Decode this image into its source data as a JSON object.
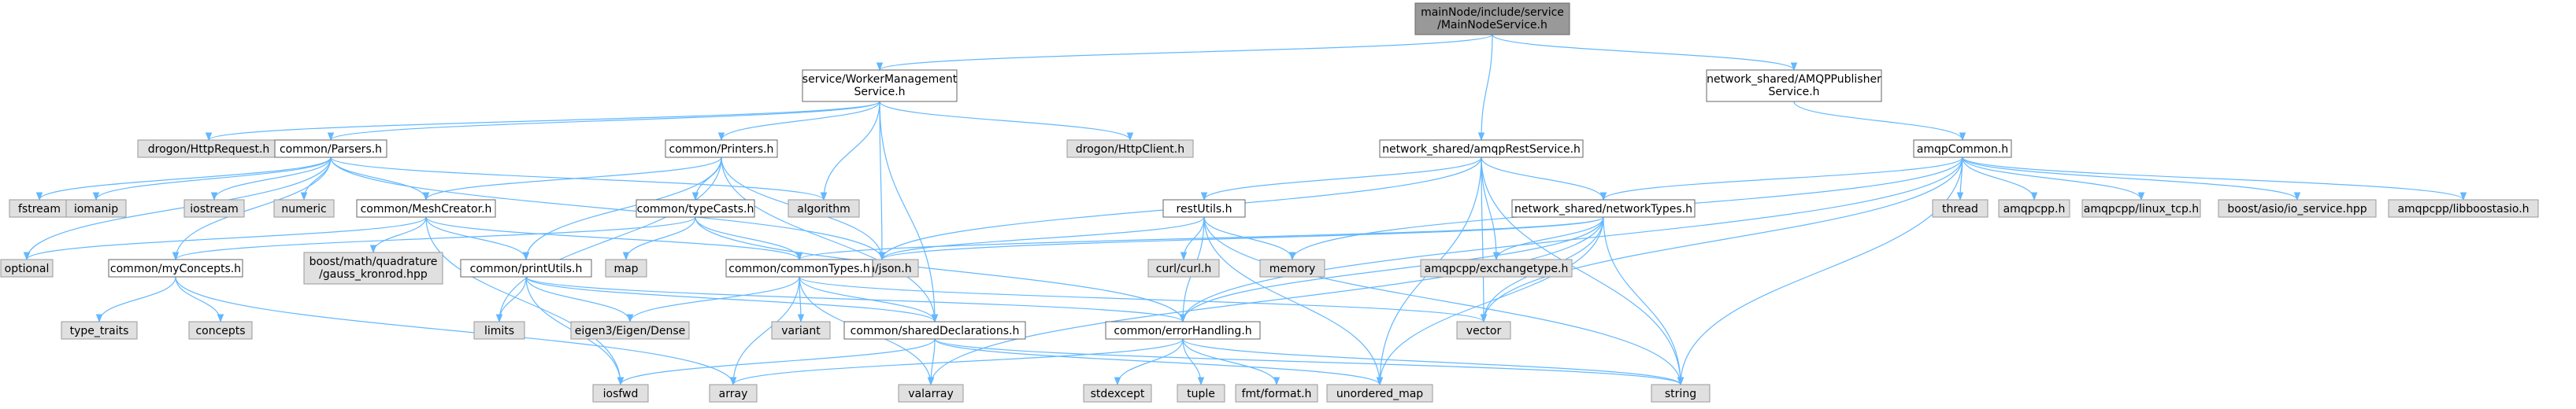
{
  "title": "mainNode/include/service/MainNodeService.h",
  "colors": {
    "root_fill": "#999999",
    "node_fill": "#ffffff",
    "system_fill": "#e0e0e0",
    "node_border": "#666666",
    "system_border": "#999999",
    "edge": "#63b8ff"
  },
  "nodes": [
    {
      "id": "main",
      "lines": [
        "mainNode/include/service",
        "/MainNodeService.h"
      ],
      "kind": "root"
    },
    {
      "id": "wms",
      "lines": [
        "service/WorkerManagement",
        "Service.h"
      ],
      "kind": "local"
    },
    {
      "id": "amqppub",
      "lines": [
        "network_shared/AMQPPublisher",
        "Service.h"
      ],
      "kind": "local"
    },
    {
      "id": "drogonreq",
      "lines": [
        "drogon/HttpRequest.h"
      ],
      "kind": "system"
    },
    {
      "id": "parsers",
      "lines": [
        "common/Parsers.h"
      ],
      "kind": "local"
    },
    {
      "id": "printers",
      "lines": [
        "common/Printers.h"
      ],
      "kind": "local"
    },
    {
      "id": "drogonclient",
      "lines": [
        "drogon/HttpClient.h"
      ],
      "kind": "system"
    },
    {
      "id": "amqprest",
      "lines": [
        "network_shared/amqpRestService.h"
      ],
      "kind": "local"
    },
    {
      "id": "amqpcommon",
      "lines": [
        "amqpCommon.h"
      ],
      "kind": "local"
    },
    {
      "id": "fstream",
      "lines": [
        "fstream"
      ],
      "kind": "system"
    },
    {
      "id": "iomanip",
      "lines": [
        "iomanip"
      ],
      "kind": "system"
    },
    {
      "id": "iostream",
      "lines": [
        "iostream"
      ],
      "kind": "system"
    },
    {
      "id": "numeric",
      "lines": [
        "numeric"
      ],
      "kind": "system"
    },
    {
      "id": "meshcreator",
      "lines": [
        "common/MeshCreator.h"
      ],
      "kind": "local"
    },
    {
      "id": "algorithm",
      "lines": [
        "algorithm"
      ],
      "kind": "system"
    },
    {
      "id": "typecasts",
      "lines": [
        "common/typeCasts.h"
      ],
      "kind": "local"
    },
    {
      "id": "restutils",
      "lines": [
        "restUtils.h"
      ],
      "kind": "local"
    },
    {
      "id": "nettypes",
      "lines": [
        "network_shared/networkTypes.h"
      ],
      "kind": "local"
    },
    {
      "id": "thread",
      "lines": [
        "thread"
      ],
      "kind": "system"
    },
    {
      "id": "amqpcpp",
      "lines": [
        "amqpcpp.h"
      ],
      "kind": "system"
    },
    {
      "id": "amqptcp",
      "lines": [
        "amqpcpp/linux_tcp.h"
      ],
      "kind": "system"
    },
    {
      "id": "boostasio",
      "lines": [
        "boost/asio/io_service.hpp"
      ],
      "kind": "system"
    },
    {
      "id": "libboostasio",
      "lines": [
        "amqpcpp/libboostasio.h"
      ],
      "kind": "system"
    },
    {
      "id": "optional",
      "lines": [
        "optional"
      ],
      "kind": "system"
    },
    {
      "id": "boostmath",
      "lines": [
        "boost/math/quadrature",
        "/gauss_kronrod.hpp"
      ],
      "kind": "system"
    },
    {
      "id": "map",
      "lines": [
        "map"
      ],
      "kind": "system"
    },
    {
      "id": "jsonjson",
      "lines": [
        "json/json.h"
      ],
      "kind": "system"
    },
    {
      "id": "curl",
      "lines": [
        "curl/curl.h"
      ],
      "kind": "system"
    },
    {
      "id": "memory",
      "lines": [
        "memory"
      ],
      "kind": "system"
    },
    {
      "id": "exchangetype",
      "lines": [
        "amqpcpp/exchangetype.h"
      ],
      "kind": "system"
    },
    {
      "id": "myconcepts",
      "lines": [
        "common/myConcepts.h"
      ],
      "kind": "local"
    },
    {
      "id": "printutils",
      "lines": [
        "common/printUtils.h"
      ],
      "kind": "local"
    },
    {
      "id": "commontypes",
      "lines": [
        "common/commonTypes.h"
      ],
      "kind": "local"
    },
    {
      "id": "typetraits",
      "lines": [
        "type_traits"
      ],
      "kind": "system"
    },
    {
      "id": "concepts",
      "lines": [
        "concepts"
      ],
      "kind": "system"
    },
    {
      "id": "limits",
      "lines": [
        "limits"
      ],
      "kind": "system"
    },
    {
      "id": "eigen",
      "lines": [
        "eigen3/Eigen/Dense"
      ],
      "kind": "system"
    },
    {
      "id": "variant",
      "lines": [
        "variant"
      ],
      "kind": "system"
    },
    {
      "id": "shareddecl",
      "lines": [
        "common/sharedDeclarations.h"
      ],
      "kind": "local"
    },
    {
      "id": "errorhandling",
      "lines": [
        "common/errorHandling.h"
      ],
      "kind": "local"
    },
    {
      "id": "vector",
      "lines": [
        "vector"
      ],
      "kind": "system"
    },
    {
      "id": "iosfwd",
      "lines": [
        "iosfwd"
      ],
      "kind": "system"
    },
    {
      "id": "array",
      "lines": [
        "array"
      ],
      "kind": "system"
    },
    {
      "id": "valarray",
      "lines": [
        "valarray"
      ],
      "kind": "system"
    },
    {
      "id": "unorderedmap",
      "lines": [
        "unordered_map"
      ],
      "kind": "system"
    },
    {
      "id": "string",
      "lines": [
        "string"
      ],
      "kind": "system"
    },
    {
      "id": "stdexcept",
      "lines": [
        "stdexcept"
      ],
      "kind": "system"
    },
    {
      "id": "tuple",
      "lines": [
        "tuple"
      ],
      "kind": "system"
    },
    {
      "id": "fmtformat",
      "lines": [
        "fmt/format.h"
      ],
      "kind": "system"
    }
  ],
  "edges": [
    [
      "main",
      "wms"
    ],
    [
      "main",
      "amqprest"
    ],
    [
      "main",
      "amqppub"
    ],
    [
      "wms",
      "drogonreq"
    ],
    [
      "wms",
      "parsers"
    ],
    [
      "wms",
      "printers"
    ],
    [
      "wms",
      "algorithm"
    ],
    [
      "wms",
      "drogonclient"
    ],
    [
      "wms",
      "shareddecl"
    ],
    [
      "wms",
      "jsonjson"
    ],
    [
      "amqppub",
      "amqpcommon"
    ],
    [
      "parsers",
      "fstream"
    ],
    [
      "parsers",
      "iomanip"
    ],
    [
      "parsers",
      "iostream"
    ],
    [
      "parsers",
      "numeric"
    ],
    [
      "parsers",
      "meshcreator"
    ],
    [
      "parsers",
      "algorithm"
    ],
    [
      "parsers",
      "optional"
    ],
    [
      "parsers",
      "myconcepts"
    ],
    [
      "parsers",
      "jsonjson"
    ],
    [
      "printers",
      "meshcreator"
    ],
    [
      "printers",
      "typecasts"
    ],
    [
      "printers",
      "printutils"
    ],
    [
      "printers",
      "limits"
    ],
    [
      "printers",
      "jsonjson"
    ],
    [
      "printers",
      "shareddecl"
    ],
    [
      "amqprest",
      "restutils"
    ],
    [
      "amqprest",
      "nettypes"
    ],
    [
      "amqprest",
      "exchangetype"
    ],
    [
      "amqprest",
      "jsonjson"
    ],
    [
      "amqprest",
      "unorderedmap"
    ],
    [
      "amqprest",
      "string"
    ],
    [
      "amqprest",
      "vector"
    ],
    [
      "amqpcommon",
      "thread"
    ],
    [
      "amqpcommon",
      "amqpcpp"
    ],
    [
      "amqpcommon",
      "amqptcp"
    ],
    [
      "amqpcommon",
      "boostasio"
    ],
    [
      "amqpcommon",
      "libboostasio"
    ],
    [
      "amqpcommon",
      "nettypes"
    ],
    [
      "amqpcommon",
      "errorhandling"
    ],
    [
      "amqpcommon",
      "memory"
    ],
    [
      "amqpcommon",
      "vector"
    ],
    [
      "amqpcommon",
      "string"
    ],
    [
      "meshcreator",
      "boostmath"
    ],
    [
      "meshcreator",
      "optional"
    ],
    [
      "meshcreator",
      "printutils"
    ],
    [
      "meshcreator",
      "commontypes"
    ],
    [
      "meshcreator",
      "iosfwd"
    ],
    [
      "typecasts",
      "map"
    ],
    [
      "typecasts",
      "commontypes"
    ],
    [
      "typecasts",
      "myconcepts"
    ],
    [
      "typecasts",
      "errorhandling"
    ],
    [
      "restutils",
      "curl"
    ],
    [
      "restutils",
      "memory"
    ],
    [
      "restutils",
      "jsonjson"
    ],
    [
      "restutils",
      "errorhandling"
    ],
    [
      "restutils",
      "string"
    ],
    [
      "restutils",
      "unorderedmap"
    ],
    [
      "nettypes",
      "jsonjson"
    ],
    [
      "nettypes",
      "exchangetype"
    ],
    [
      "nettypes",
      "commontypes"
    ],
    [
      "nettypes",
      "errorhandling"
    ],
    [
      "nettypes",
      "vector"
    ],
    [
      "nettypes",
      "string"
    ],
    [
      "nettypes",
      "valarray"
    ],
    [
      "nettypes",
      "unorderedmap"
    ],
    [
      "myconcepts",
      "typetraits"
    ],
    [
      "myconcepts",
      "concepts"
    ],
    [
      "myconcepts",
      "array"
    ],
    [
      "printutils",
      "limits"
    ],
    [
      "printutils",
      "eigen"
    ],
    [
      "printutils",
      "iosfwd"
    ],
    [
      "printutils",
      "shareddecl"
    ],
    [
      "printutils",
      "errorhandling"
    ],
    [
      "commontypes",
      "eigen"
    ],
    [
      "commontypes",
      "variant"
    ],
    [
      "commontypes",
      "shareddecl"
    ],
    [
      "commontypes",
      "array"
    ],
    [
      "commontypes",
      "valarray"
    ],
    [
      "commontypes",
      "vector"
    ],
    [
      "shareddecl",
      "iosfwd"
    ],
    [
      "shareddecl",
      "valarray"
    ],
    [
      "shareddecl",
      "unorderedmap"
    ],
    [
      "shareddecl",
      "string"
    ],
    [
      "errorhandling",
      "stdexcept"
    ],
    [
      "errorhandling",
      "tuple"
    ],
    [
      "errorhandling",
      "fmtformat"
    ],
    [
      "errorhandling",
      "string"
    ],
    [
      "errorhandling",
      "array"
    ]
  ]
}
